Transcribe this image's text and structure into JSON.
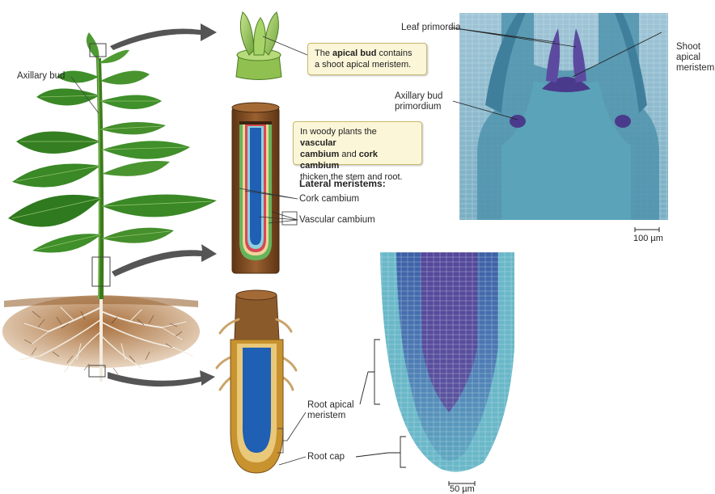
{
  "labels": {
    "axillary_bud": "Axillary bud",
    "leaf_primordia": "Leaf primordia",
    "shoot_apical_meristem": [
      "Shoot",
      "apical",
      "meristem"
    ],
    "axillary_bud_primordium": [
      "Axillary bud",
      "primordium"
    ],
    "lateral_meristems": "Lateral meristems:",
    "cork_cambium": "Cork cambium",
    "vascular_cambium": "Vascular cambium",
    "root_apical_meristem": [
      "Root apical",
      "meristem"
    ],
    "root_cap": "Root cap"
  },
  "callouts": {
    "apical": {
      "pre": "The ",
      "bold1": "apical bud",
      "mid": " contains",
      "line2": "a shoot apical meristem."
    },
    "woody": {
      "pre": "In woody plants the ",
      "bold1": "vascular",
      "bold2": "cambium",
      "mid": " and ",
      "bold3": "cork cambium",
      "line3": "thicken the stem and root."
    }
  },
  "scale_bars": {
    "shoot": "100 µm",
    "root": "50 µm"
  },
  "colors": {
    "leaf": "#3f8f2a",
    "leaf_dark": "#2b6a1c",
    "stem_bark": "#7a4a22",
    "soil": "#b07a48",
    "micrograph_bg": "#8fb7c9",
    "micrograph_tissue": "#4f8fa8",
    "meristem_purple": "#5a3d8f",
    "callout_bg": "#fbf6d8",
    "arrow": "#555555"
  }
}
